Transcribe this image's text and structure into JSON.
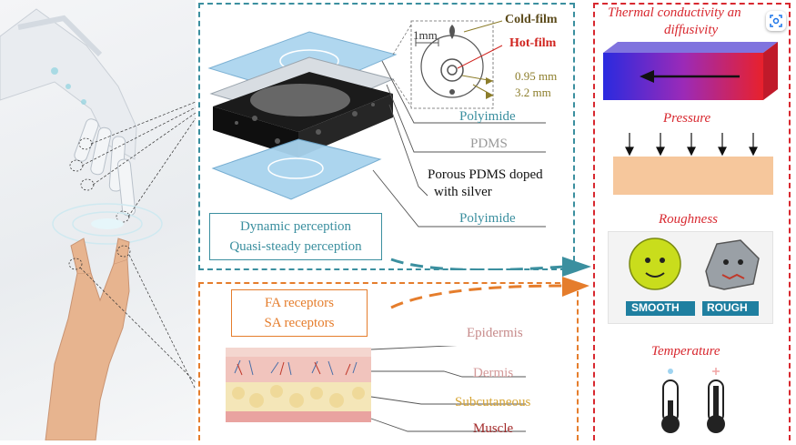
{
  "sensor": {
    "detail": {
      "scale": "1mm",
      "cold_film": "Cold-film",
      "hot_film": "Hot-film",
      "dim_inner": "0.95 mm",
      "dim_outer": "3.2 mm"
    },
    "layers": {
      "polyimide_top": "Polyimide",
      "pdms": "PDMS",
      "porous_line1": "Porous PDMS doped",
      "porous_line2": "with silver",
      "polyimide_bottom": "Polyimide"
    },
    "perception": {
      "line1": "Dynamic perception",
      "line2": "Quasi-steady perception"
    }
  },
  "skin": {
    "receptors": {
      "line1": "FA receptors",
      "line2": "SA receptors"
    },
    "layers": {
      "epidermis": "Epidermis",
      "dermis": "Dermis",
      "subcutaneous": "Subcutaneous",
      "muscle": "Muscle"
    }
  },
  "properties": {
    "thermal_line1": "Thermal conductivity an",
    "thermal_line2": "diffusivity",
    "pressure": "Pressure",
    "roughness": "Roughness",
    "smooth": "SMOOTH",
    "rough": "ROUGH",
    "temperature": "Temperature"
  },
  "colors": {
    "teal": "#3b8f9f",
    "orange": "#e57d2c",
    "red": "#d8282f",
    "cold_film": "#5b4a1a",
    "hot_film": "#d0241f",
    "dims": "#8c7d2a",
    "epidermis": "#c78b8b",
    "dermis": "#d49a9a",
    "subcutaneous": "#d7a534",
    "muscle": "#a32a2a"
  },
  "icons": {
    "toolbar": "lens-scan-icon"
  }
}
